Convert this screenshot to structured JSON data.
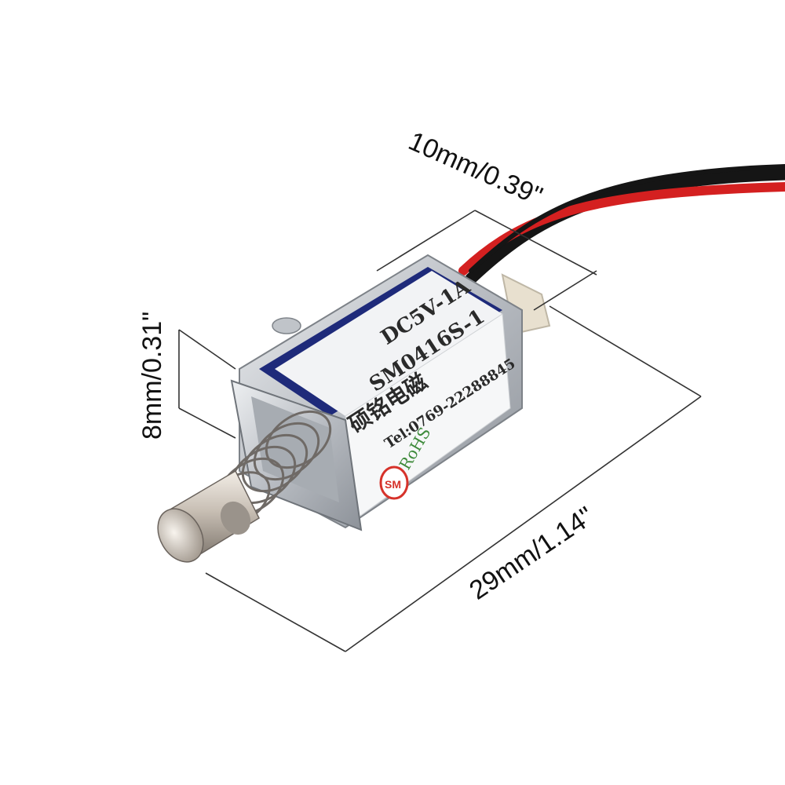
{
  "dimensions": {
    "width_label": "10mm/0.39\"",
    "height_label": "8mm/0.31\"",
    "length_label": "29mm/1.14\""
  },
  "product_label": {
    "voltage": "DC5V-1A",
    "phone": "Tel:0769-22288845",
    "model": "SM0416S-1",
    "chinese_name": "硕铭电磁",
    "rohs": "RoHS",
    "logo_text": "SM"
  },
  "colors": {
    "wire_red": "#d42020",
    "wire_black": "#151515",
    "metal": "#c9ccd0",
    "logo_red": "#d6322a",
    "rohs_green": "#3d8a3a"
  }
}
